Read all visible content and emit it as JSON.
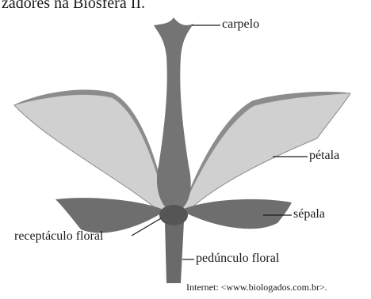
{
  "header_fragment": "zadores na Biosfera II.",
  "labels": {
    "carpelo": "carpelo",
    "petala": "pétala",
    "sepala": "sépala",
    "receptaculo": "receptáculo floral",
    "pedunculo": "pedúnculo floral"
  },
  "credit": "Internet: <www.biologados.com.br>.",
  "colors": {
    "petal_light": "#d0d0d0",
    "petal_edge": "#8c8c8c",
    "sepal": "#6e6e6e",
    "carpel": "#747474",
    "stem": "#6a6a6a",
    "receptacle": "#555555",
    "leader": "#1a1a1a"
  }
}
